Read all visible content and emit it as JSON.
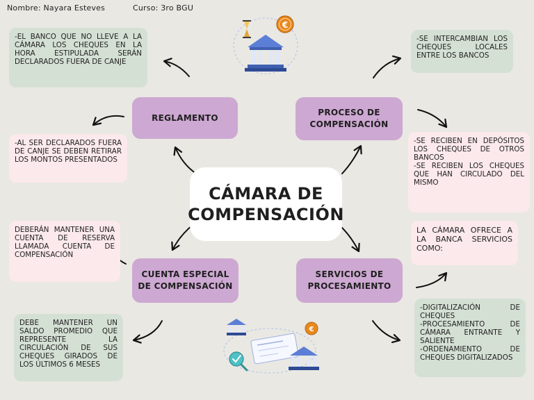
{
  "header": {
    "name": "Nombre: Nayara Esteves",
    "course": "Curso: 3ro BGU"
  },
  "center": {
    "line1": "CÁMARA DE",
    "line2": "COMPENSACIÓN"
  },
  "nodes": {
    "reglamento": "REGLAMENTO",
    "proceso": {
      "line1": "PROCESO DE",
      "line2": "COMPENSACIÓN"
    },
    "cuenta": {
      "line1": "CUENTA ESPECIAL",
      "line2": "DE COMPENSACIÓN"
    },
    "servicios": {
      "line1": "SERVICIOS DE",
      "line2": "PROCESAMIENTO"
    }
  },
  "notes": {
    "banco_camara": "-EL BANCO QUE NO LLEVE A LA CÁMARA LOS CHEQUES EN LA HORA ESTIPULADA SERÁN DECLARADOS FUERA DE CANJE",
    "fuera_canje": "-AL SER DECLARADOS FUERA DE CANJE SE DEBEN RETIRAR LOS MONTOS PRESENTADOS",
    "intercambian": "-SE INTERCAMBIAN LOS CHEQUES LOCALES ENTRE LOS BANCOS",
    "reciben_depositos": "-SE RECIBEN EN DEPÓSITOS LOS CHEQUES DE OTROS BANCOS",
    "reciben_circulado": "-SE RECIBEN LOS CHEQUES QUE HAN CIRCULADO DEL MISMO",
    "reserva": "DEBERÁN MANTENER UNA CUENTA DE RESERVA LLAMADA CUENTA DE COMPENSACIÓN",
    "saldo_promedio": "DEBE MANTENER UN SALDO PROMEDIO QUE REPRESENTE LA CIRCULACIÓN DE SUS CHEQUES GIRADOS DE LOS ÚLTIMOS 6 MESES",
    "servicios_intro": "LA CÁMARA OFRECE A LA BANCA SERVICIOS COMO:",
    "digitalizacion": "-DIGITALIZACIÓN DE CHEQUES",
    "procesamiento": "-PROCESAMIENTO DE CÁMARA ENTRANTE Y SALIENTE",
    "ordenamiento": "-ORDENAMIENTO DE CHEQUES DIGITALIZADOS"
  },
  "icons": {
    "top": [
      "hourglass-icon",
      "euro-coin-icon",
      "bank-building-icon"
    ],
    "bottom": [
      "bank-building-icon",
      "euro-coin-icon",
      "cheque-icon",
      "magnifier-check-icon"
    ]
  },
  "colors": {
    "background": "#e9e8e3",
    "node": "#cda8d2",
    "note_green": "#d5e0d5",
    "note_pink": "#fbe9ec",
    "center": "#ffffff",
    "bank_blue": "#5b7fd6",
    "coin_orange": "#e8891f"
  }
}
